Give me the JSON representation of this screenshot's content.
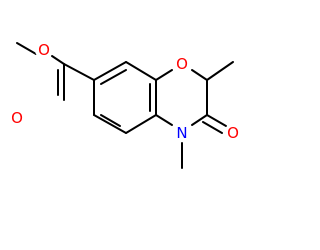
{
  "molecule": {
    "atoms": [
      {
        "id": "O_ester_carbonyl",
        "label": "O",
        "color": "#ff0000"
      },
      {
        "id": "O_ester_methoxy",
        "label": "O",
        "color": "#ff0000"
      },
      {
        "id": "O_ring",
        "label": "O",
        "color": "#ff0000"
      },
      {
        "id": "O_lactam",
        "label": "O",
        "color": "#ff0000"
      },
      {
        "id": "N_ring",
        "label": "N",
        "color": "#0000ff"
      }
    ],
    "bond_color": "#000000"
  }
}
